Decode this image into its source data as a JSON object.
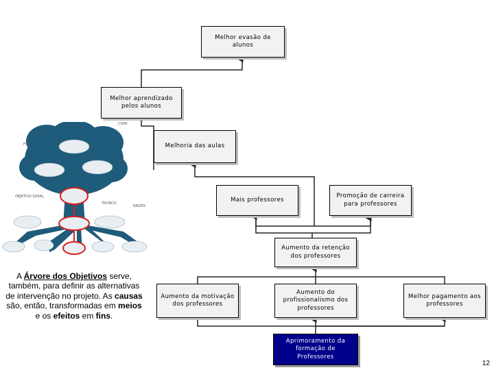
{
  "nodes": {
    "n1": "Melhor evasão de alunos",
    "n2": "Melhor aprendizado pelos alunos",
    "n3": "Melhoria das aulas",
    "n4": "Mais professores",
    "n5": "Promoção de carreira para professores",
    "n6": "Aumento da retenção dos professores",
    "n7": "Aumento da motivação dos professores",
    "n8": "Aumento do profissionalismo dos professores",
    "n9": "Melhor pagamento aos professores",
    "n10": "Aprimoramento da formação de Professores"
  },
  "caption": {
    "p1": "A ",
    "p2": "Árvore dos Objetivos",
    "p3": " serve, também, para definir as alternativas de intervenção no projeto. As ",
    "p4": "causas",
    "p5": " são, então, transformadas em ",
    "p6": "meios",
    "p7": " e os ",
    "p8": "efeitos",
    "p9": " em ",
    "p10": "fins",
    "p11": "."
  },
  "tree_labels": {
    "copa": "COPA",
    "fins": "FINS",
    "objetivo_geral": "OBJETIVO GERAL",
    "tronco": "TRONCO",
    "raizes": "RAIZES"
  },
  "page_number": "12",
  "colors": {
    "accent": "#00008b",
    "box_fill": "#f2f2f2",
    "tree_blue": "#1f5b7a",
    "highlight": "#d42020"
  }
}
